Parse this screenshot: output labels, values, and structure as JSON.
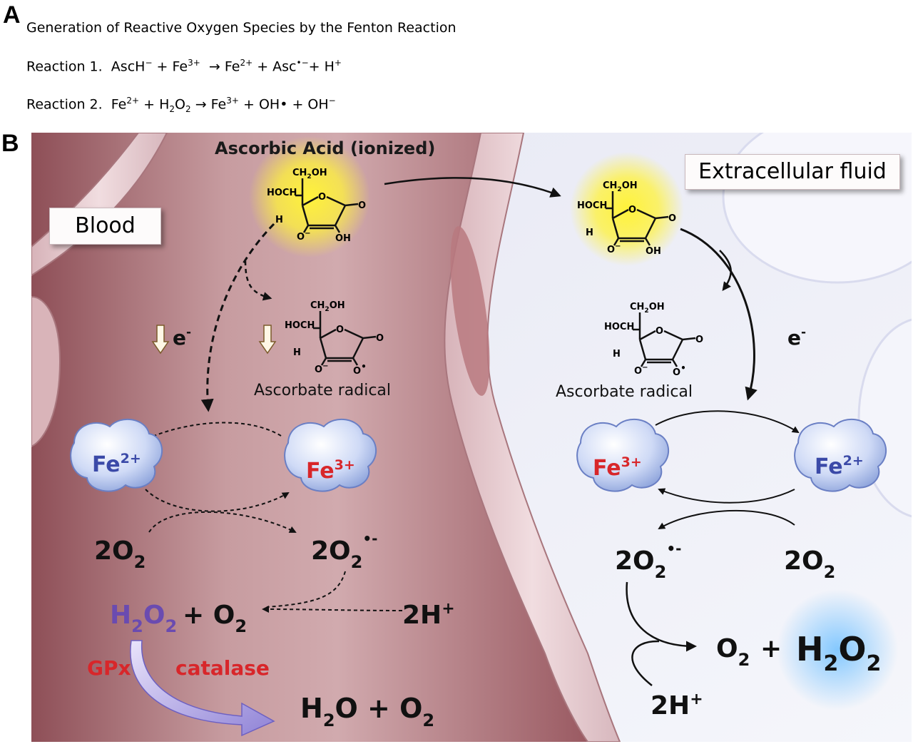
{
  "panel_a": {
    "letter": "A",
    "heading": "Generation of Reactive Oxygen Species by the Fenton Reaction",
    "reaction1": {
      "label": "Reaction 1.",
      "lhs1": "AscH",
      "lhs1_sup": "−",
      "lhs2": "Fe",
      "lhs2_sup": "3+",
      "rhs1": "Fe",
      "rhs1_sup": "2+",
      "rhs2": "Asc",
      "rhs2_sup": "•−",
      "rhs3": "H",
      "rhs3_sup": "+"
    },
    "reaction2": {
      "label": "Reaction 2.",
      "lhs1": "Fe",
      "lhs1_sup": "2+",
      "lhs2": "H",
      "lhs2_sub1": "2",
      "lhs2b": "O",
      "lhs2_sub2": "2",
      "rhs1": "Fe",
      "rhs1_sup": "3+",
      "rhs2": "OH•",
      "rhs3": "OH",
      "rhs3_sup": "−"
    }
  },
  "panel_b": {
    "letter": "B",
    "title": "Ascorbic Acid (ionized)",
    "blood_label": "Blood",
    "extracellular_label": "Extracellular fluid",
    "electron": "e",
    "electron_sup": "-",
    "ascorbate_radical": "Ascorbate radical",
    "molecule": {
      "ch2oh": "CH",
      "ch2oh_sub": "2",
      "ch2oh_tail": "OH",
      "hoch": "HOCH",
      "h": "H",
      "o_ring": "O",
      "o_carbonyl": "O",
      "o_minus": "O",
      "o_minus_sup": "−",
      "oh": "OH",
      "o_radical": "O",
      "o_radical_sup": "•"
    },
    "left": {
      "fe2": "Fe",
      "fe2_sup": "2+",
      "fe3": "Fe",
      "fe3_sup": "3+",
      "o2": "2O",
      "o2_sub": "2",
      "superoxide": "2O",
      "superoxide_sub": "2",
      "superoxide_sup": "•-",
      "h2o2": "H",
      "h2o2_sub1": "2",
      "h2o2_b": "O",
      "h2o2_sub2": "2",
      "plus_o2": "+ O",
      "plus_o2_sub": "2",
      "protons": "2H",
      "protons_sup": "+",
      "gpx": "GPx",
      "catalase": "catalase",
      "water": "H",
      "water_sub": "2",
      "water_b": "O + O",
      "water_sub2": "2"
    },
    "right": {
      "fe3": "Fe",
      "fe3_sup": "3+",
      "fe2": "Fe",
      "fe2_sup": "2+",
      "superoxide": "2O",
      "superoxide_sub": "2",
      "superoxide_sup": "•-",
      "o2": "2O",
      "o2_sub": "2",
      "o2_out": "O",
      "o2_out_sub": "2",
      "plus": "+",
      "h2o2": "H",
      "h2o2_sub1": "2",
      "h2o2_b": "O",
      "h2o2_sub2": "2",
      "protons": "2H",
      "protons_sup": "+"
    },
    "colors": {
      "fe2_text": "#3b4aa8",
      "fe3_text": "#d8262a",
      "enzyme_text": "#d8262a",
      "h2o2_left": "#6a4bb0",
      "blood_tone": "#b07a80",
      "fluid_tone": "#eceff8",
      "ascorbate_glow": "#ffee33"
    }
  }
}
